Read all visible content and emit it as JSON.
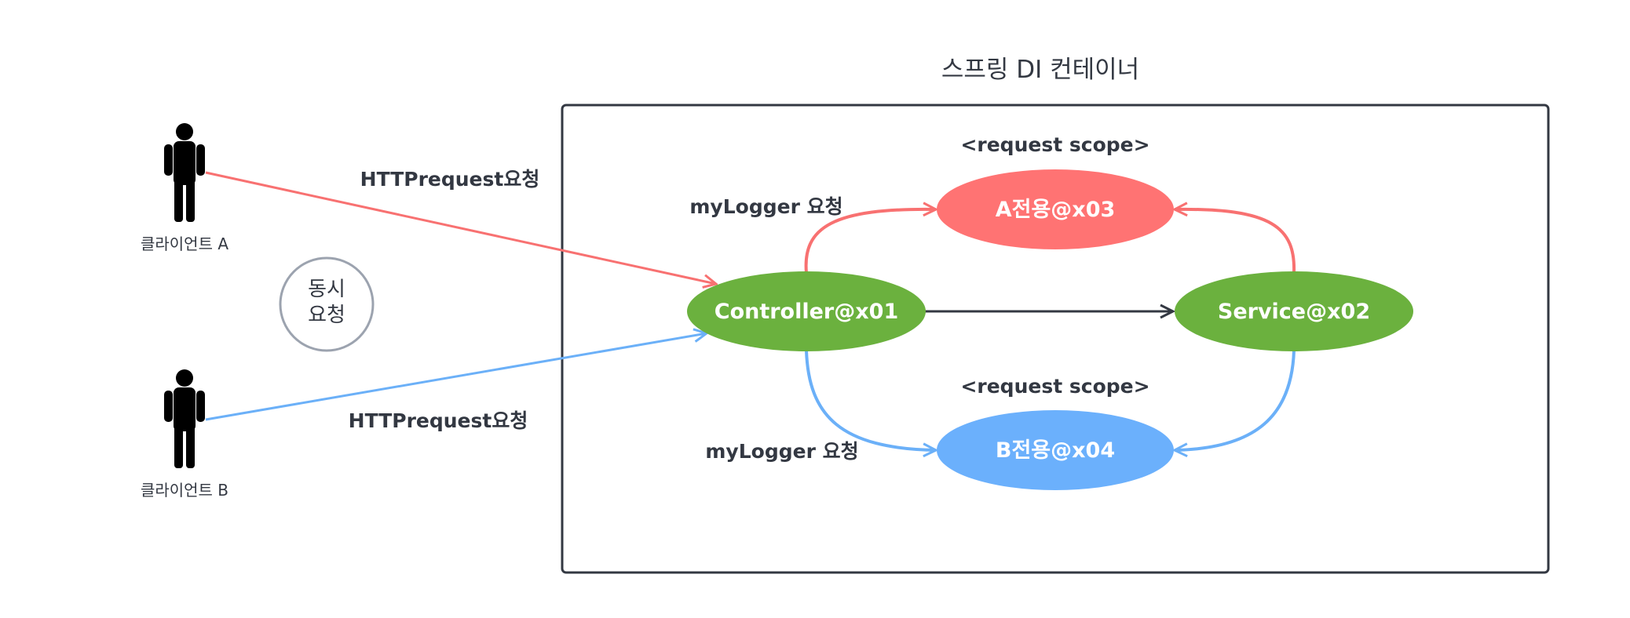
{
  "container": {
    "title": "스프링 DI 컨테이너"
  },
  "clients": {
    "a": {
      "label": "클라이언트 A"
    },
    "b": {
      "label": "클라이언트 B"
    }
  },
  "concurrent": {
    "line1": "동시",
    "line2": "요청"
  },
  "edges": {
    "http_a": "HTTPrequest요청",
    "http_b": "HTTPrequest요청",
    "mylogger_a": "myLogger 요청",
    "mylogger_b": "myLogger 요청"
  },
  "scopes": {
    "top": "<request scope>",
    "bottom": "<request scope>"
  },
  "nodes": {
    "controller": "Controller@x01",
    "service": "Service@x02",
    "a_bean": "A전용@x03",
    "b_bean": "B전용@x04"
  },
  "colors": {
    "client_a_line": "#F87171",
    "client_b_line": "#6BB0F8",
    "controller_fill": "#6BB13E",
    "service_fill": "#6BB13E",
    "a_bean_fill": "#FF7373",
    "b_bean_fill": "#6BB0FC",
    "dark_line": "#333842",
    "circle_stroke": "#9CA3AF"
  }
}
